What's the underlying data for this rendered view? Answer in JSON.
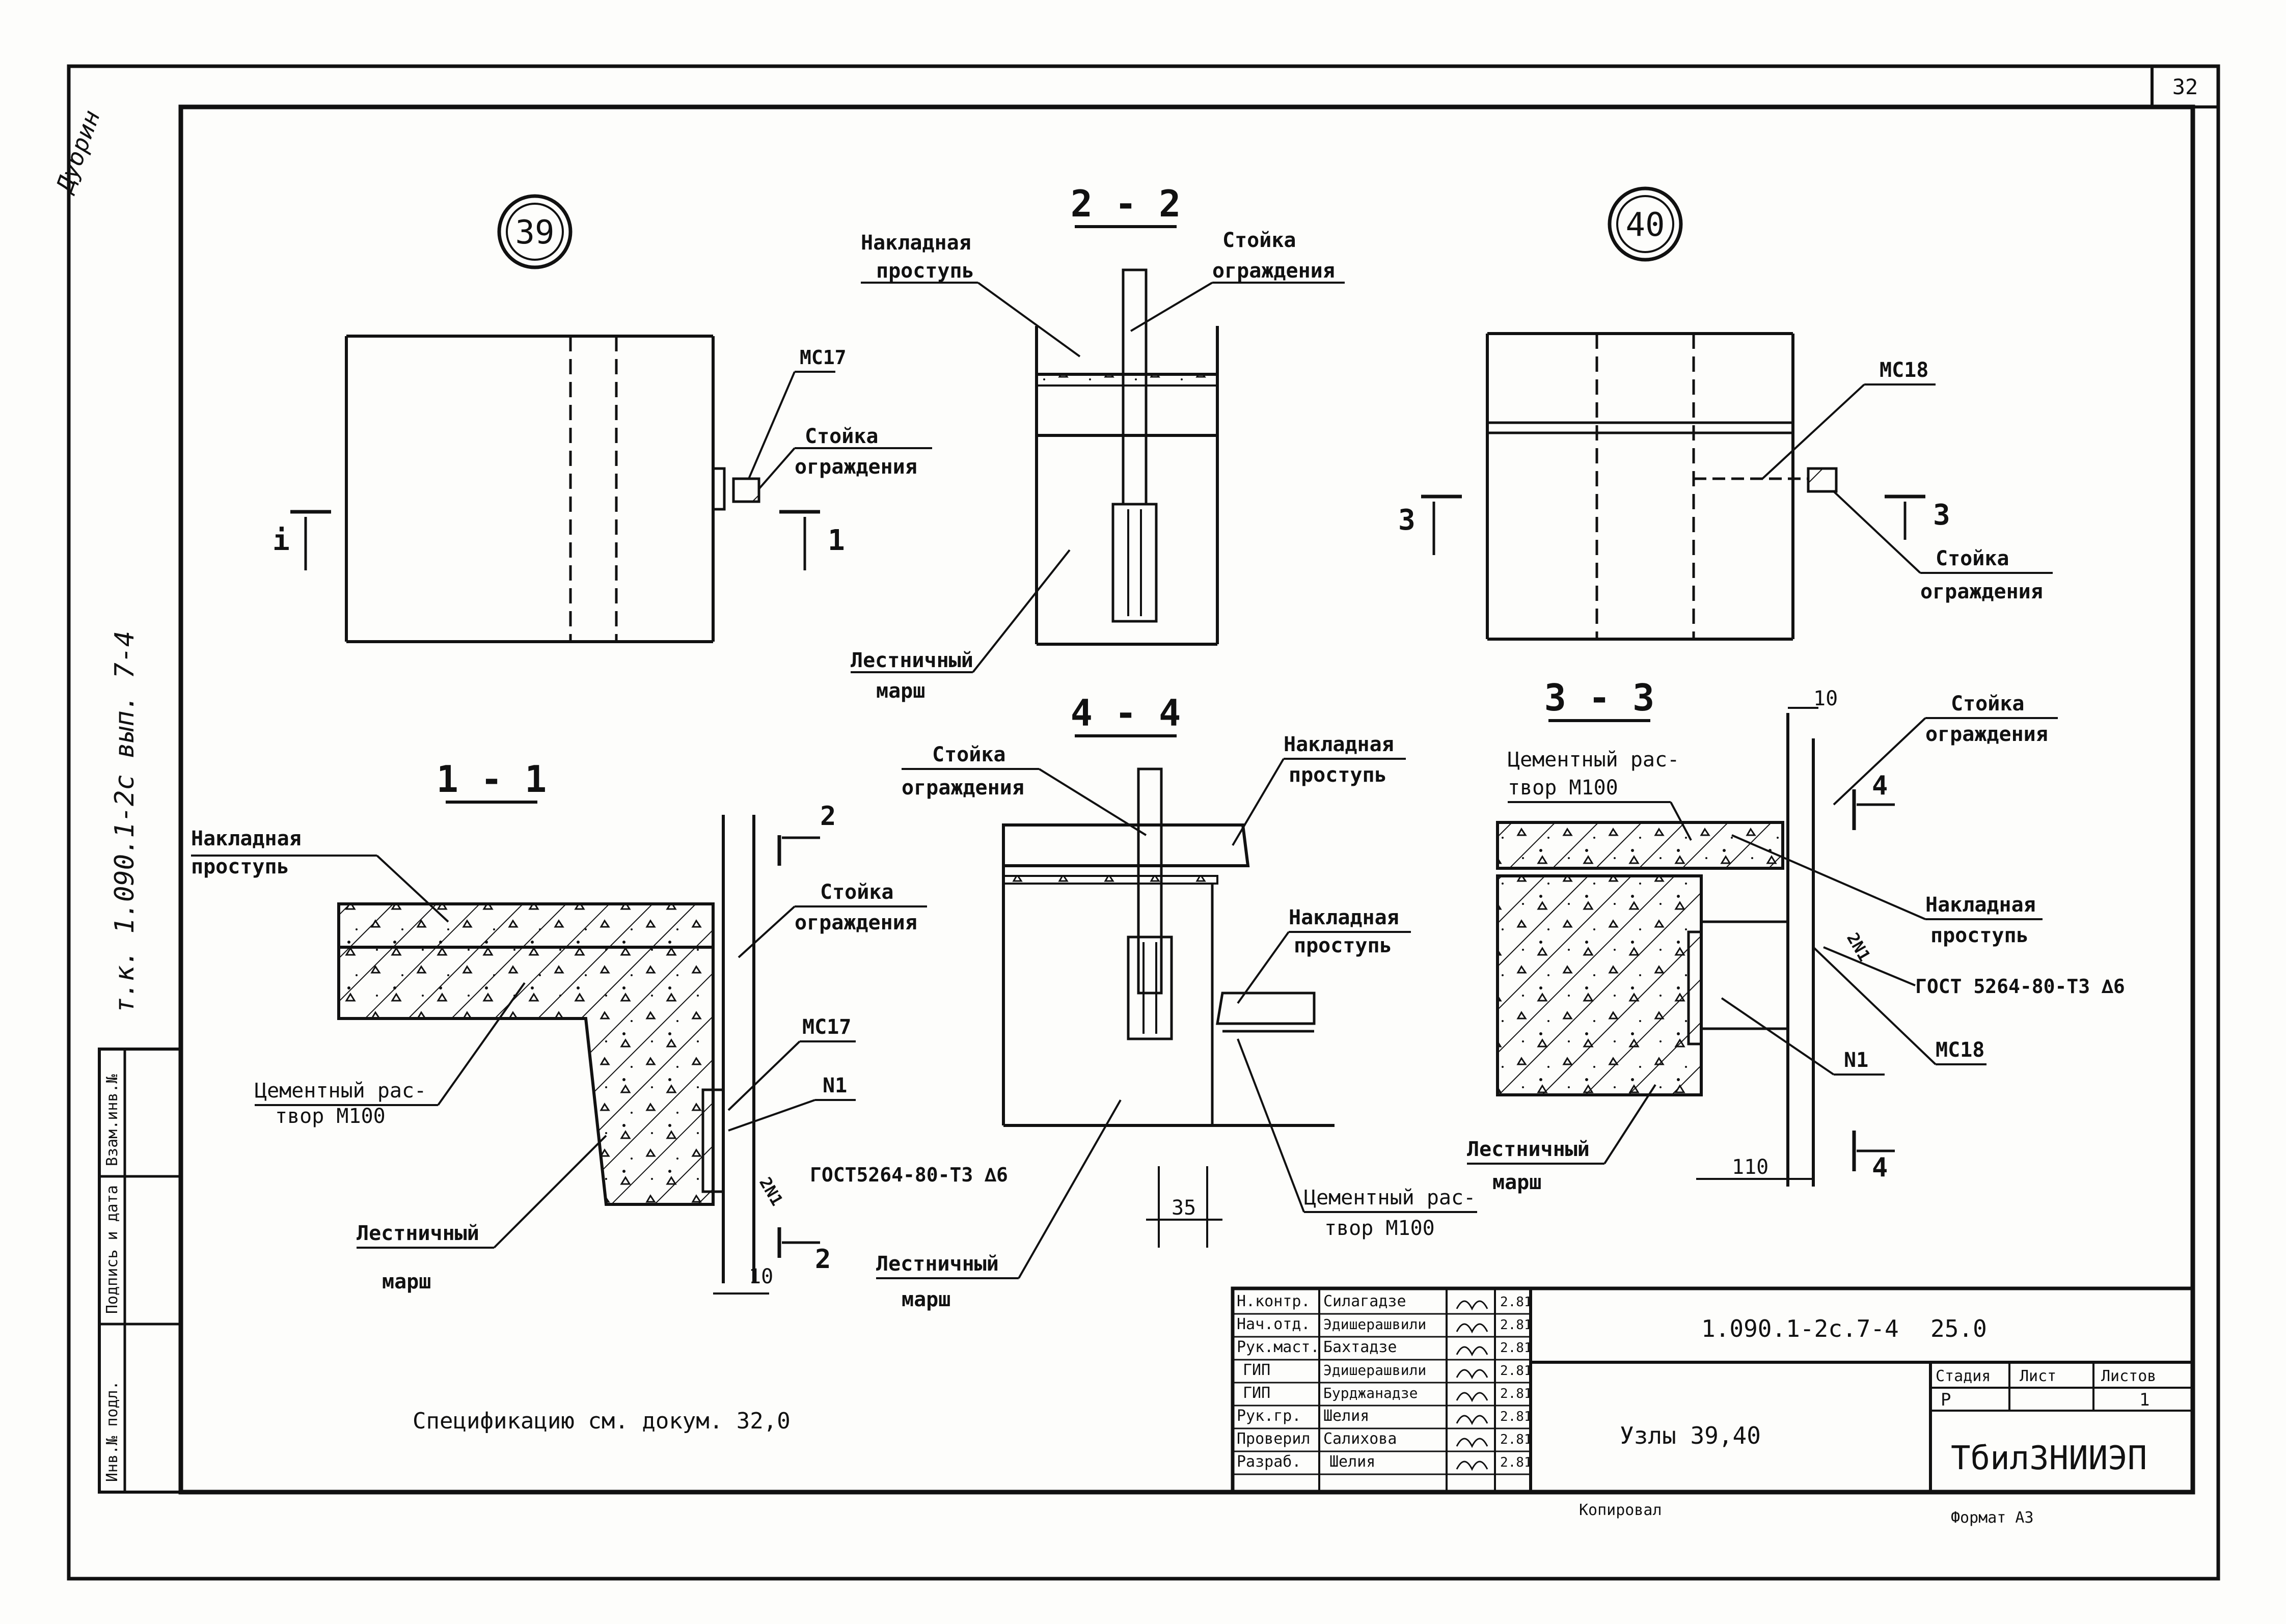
{
  "sheet": {
    "page_number": "32",
    "margin_note_top": "Дубрин",
    "margin_note_side": "т.к. 1.090.1-2с вып. 7-4",
    "format": "Формат А3",
    "copied": "Копировал"
  },
  "side_stamp": {
    "inv": "Инв.№ подл.",
    "sign": "Подпись и дата",
    "replace": "Взам.инв.№"
  },
  "callouts": {
    "node39": "39",
    "node40": "40"
  },
  "sections": {
    "s22": "2 - 2",
    "s44": "4 - 4",
    "s11": "1 - 1",
    "s33": "3 - 3"
  },
  "labels": {
    "overlay_tread": "Накладная",
    "overlay_tread2": "проступь",
    "post": "Стойка",
    "post2": "ограждения",
    "stair": "Лестничный",
    "stair2": "марш",
    "mortar": "Цементный рас-",
    "mortar2": "твор М100",
    "mc17": "МС17",
    "mc18": "МС18",
    "n1": "N1",
    "gost": "ГОСТ5264-80-Т3 ∆6",
    "gost2": "ГОСТ 5264-80-Т3 ∆6",
    "weld2n1": "2N1",
    "dim10": "10",
    "dim35": "35",
    "dim110": "110",
    "cut1": "1",
    "cut2": "2",
    "cut3": "3",
    "cut4": "4",
    "cut_i": "i"
  },
  "spec_note": "Спецификацию см. докум. 32,0",
  "title_block": {
    "doc_code": "1.090.1-2с.7-4",
    "doc_num": "25.0",
    "title": "Узлы 39,40",
    "org": "ТбилЗНИИЭП",
    "stage_h": "Стадия",
    "sheet_h": "Лист",
    "sheets_h": "Листов",
    "stage": "Р",
    "sheets": "1",
    "rows": [
      {
        "role": "Н.контр.",
        "name": "Силагадзе",
        "date": "2.81"
      },
      {
        "role": "Нач.отд.",
        "name": "Эдишерашвили",
        "date": "2.81"
      },
      {
        "role": "Рук.маст.",
        "name": "Бахтадзе",
        "date": "2.81"
      },
      {
        "role": "ГИП",
        "name": "Эдишерашвили",
        "date": "2.81"
      },
      {
        "role": "ГИП",
        "name": "Бурджанадзе",
        "date": "2.81"
      },
      {
        "role": "Рук.гр.",
        "name": "Шелия",
        "date": "2.81"
      },
      {
        "role": "Проверил",
        "name": "Салихова",
        "date": "2.81"
      },
      {
        "role": "Разраб.",
        "name": "Шелия",
        "date": "2.81"
      }
    ]
  }
}
